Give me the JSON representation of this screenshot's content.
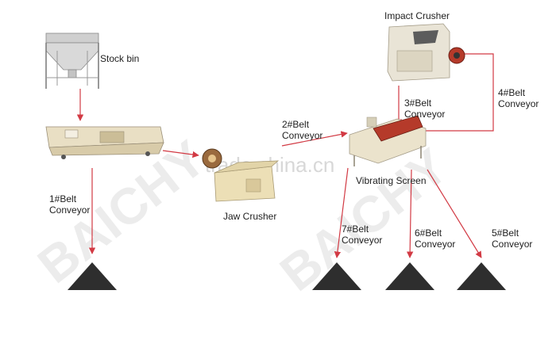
{
  "watermark": {
    "brand": "BAICHY",
    "site": "trade.china.cn"
  },
  "colors": {
    "arrow": "#d23a44",
    "pile": "#2e2e2e",
    "machine": "#e9dfc4",
    "motor": "#b53a2a"
  },
  "equipment": {
    "stock_bin": "Stock bin",
    "jaw_crusher": "Jaw Crusher",
    "impact_crusher": "Impact Crusher",
    "vibrating_screen": "Vibrating Screen"
  },
  "conveyors": {
    "c1": {
      "line1": "1#Belt",
      "line2": "Conveyor"
    },
    "c2": {
      "line1": "2#Belt",
      "line2": "Conveyor"
    },
    "c3": {
      "line1": "3#Belt",
      "line2": "Conveyor"
    },
    "c4": {
      "line1": "4#Belt",
      "line2": "Conveyor"
    },
    "c5": {
      "line1": "5#Belt",
      "line2": "Conveyor"
    },
    "c6": {
      "line1": "6#Belt",
      "line2": "Conveyor"
    },
    "c7": {
      "line1": "7#Belt",
      "line2": "Conveyor"
    }
  }
}
